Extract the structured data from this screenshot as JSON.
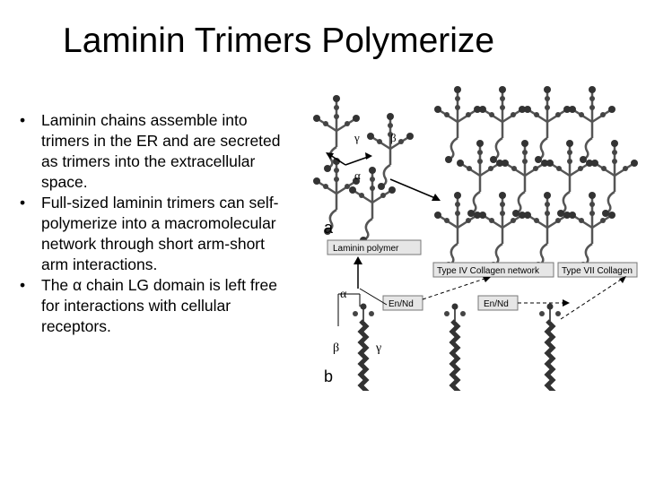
{
  "slide": {
    "title": "Laminin Trimers Polymerize",
    "bullets": [
      "Laminin chains assemble into trimers in the ER and are secreted as trimers into the extracellular space.",
      "Full-sized laminin trimers can self-polymerize into a macromolecular network through short arm-short arm interactions.",
      "The α chain LG domain is left free for interactions with cellular receptors."
    ]
  },
  "figure": {
    "panel_a": "a",
    "panel_b": "b",
    "greek": {
      "alpha": "α",
      "beta": "β",
      "gamma": "γ"
    },
    "boxes": {
      "laminin_polymer": "Laminin polymer",
      "type_iv_collagen": "Type IV Collagen network",
      "type_vii_collagen": "Type VII Collagen",
      "en_nd_1": "En/Nd",
      "en_nd_2": "En/Nd"
    }
  }
}
